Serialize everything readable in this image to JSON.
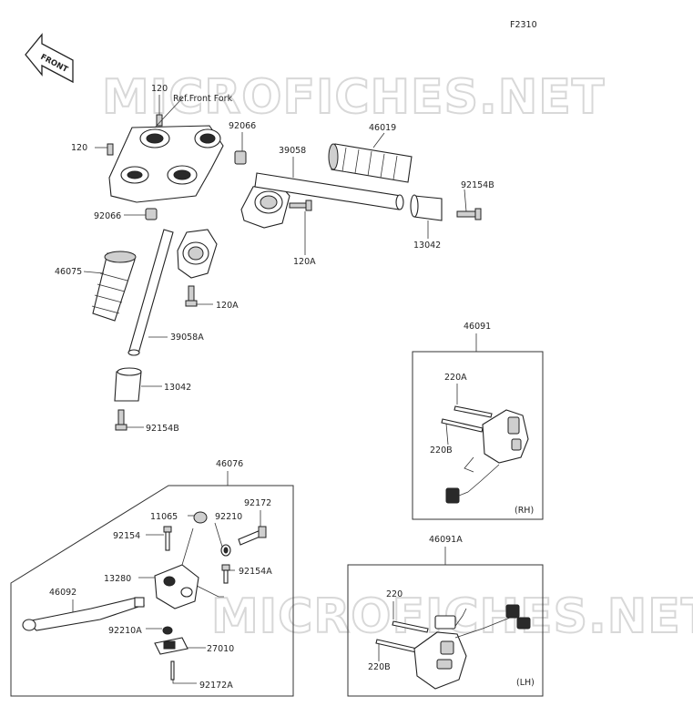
{
  "figure_code": "F2310",
  "front_arrow_label": "FRONT",
  "watermark": "MICROFICHES.NET",
  "ref_note": "Ref.Front Fork",
  "labels": {
    "l120_top": "120",
    "l120_left": "120",
    "l92066_top": "92066",
    "l92066_left": "92066",
    "l39058": "39058",
    "l46019": "46019",
    "l92154B_top": "92154B",
    "l13042_top": "13042",
    "l120A_mid": "120A",
    "l46075": "46075",
    "l120A_low": "120A",
    "l39058A": "39058A",
    "l13042_low": "13042",
    "l92154B_low": "92154B",
    "l46091": "46091",
    "l220A": "220A",
    "l220B_rh": "220B",
    "rh_tag": "(RH)",
    "l46076": "46076",
    "l11065": "11065",
    "l92210": "92210",
    "l92172": "92172",
    "l92154": "92154",
    "l13280": "13280",
    "l92154A": "92154A",
    "l46092": "46092",
    "l92210A": "92210A",
    "l27010": "27010",
    "l92172A": "92172A",
    "l46091A": "46091A",
    "l220": "220",
    "l220B_lh": "220B",
    "lh_tag": "(LH)"
  }
}
